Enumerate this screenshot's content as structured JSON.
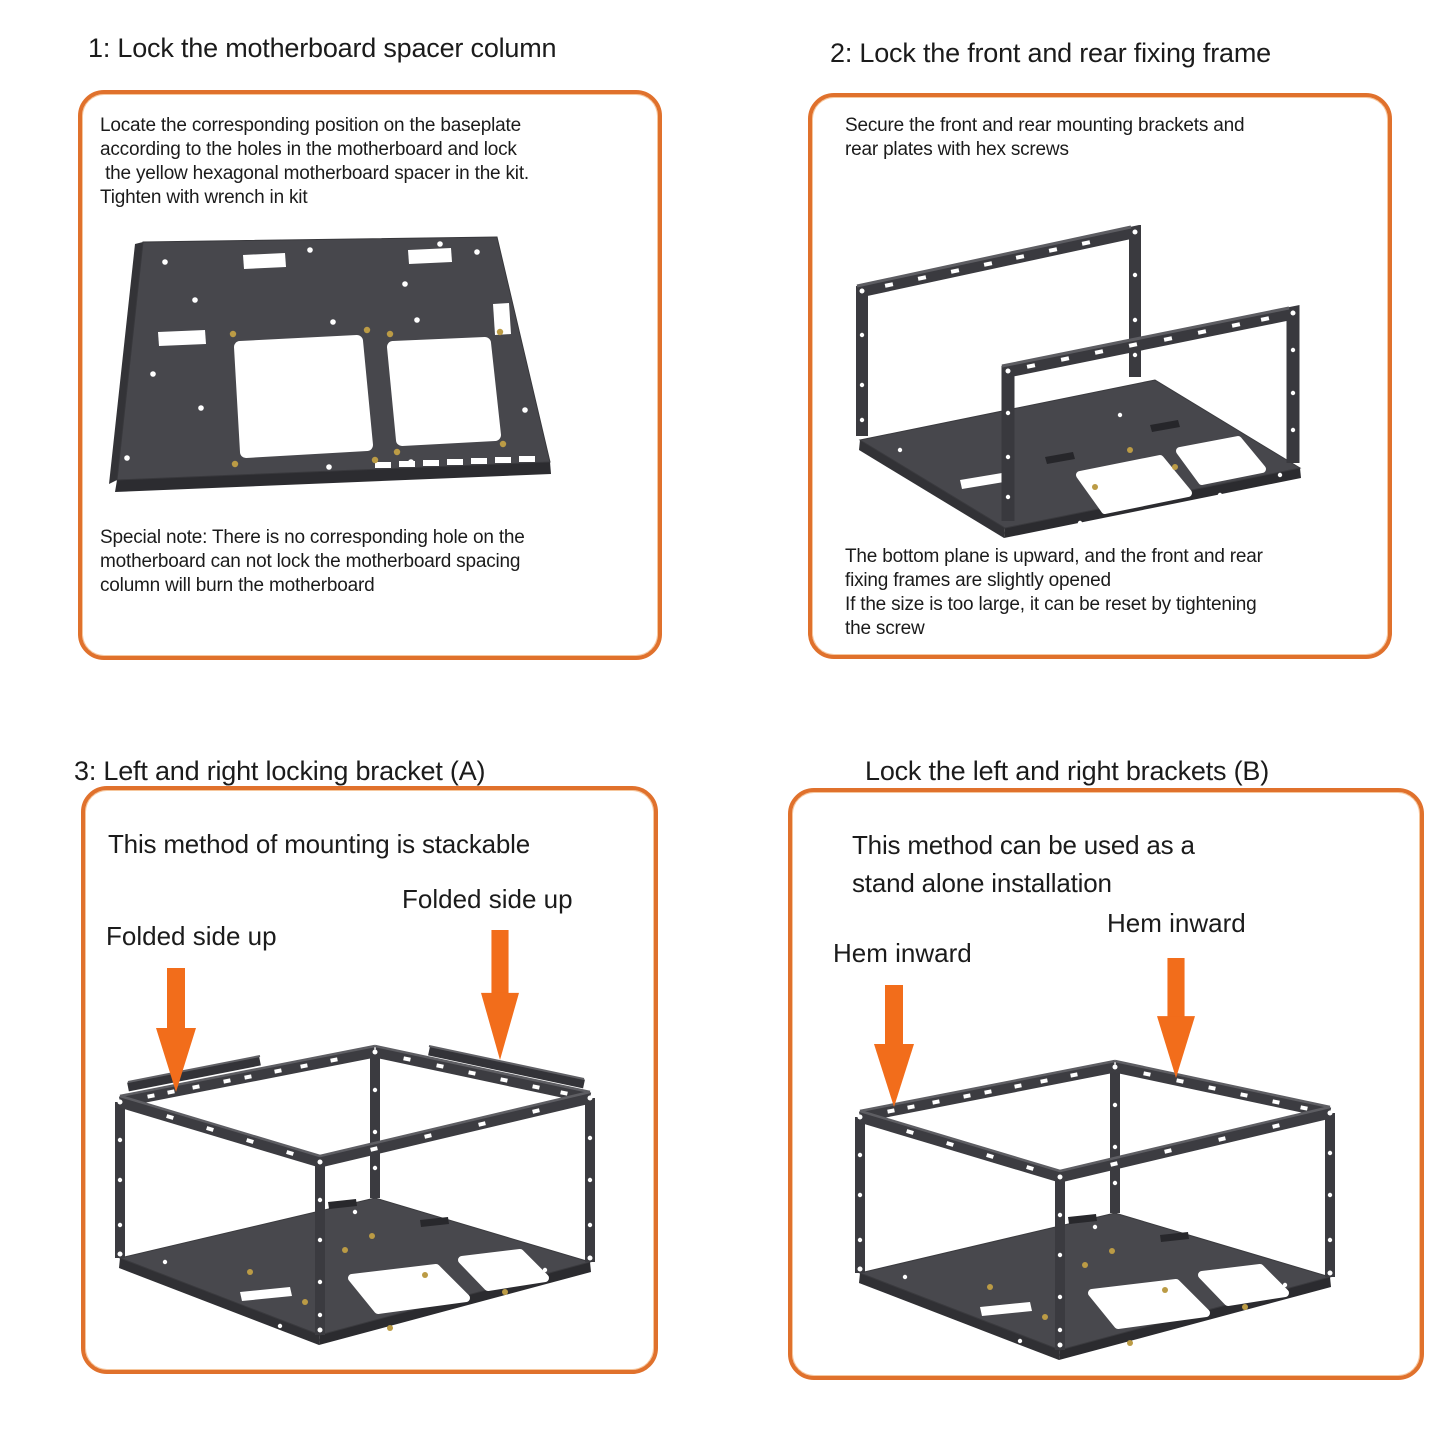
{
  "colors": {
    "accent_border_orange": "#e0712c",
    "arrow_orange": "#f26d1b",
    "frame_metal_dark": "#3c3c41",
    "baseplate_gray": "#47474c",
    "screw_gold": "#bb9b45",
    "text": "#1b1b1b"
  },
  "panels": [
    {
      "id": "step-1",
      "title": "1: Lock the motherboard spacer column",
      "instruction": "Locate the corresponding position on the baseplate\naccording to the holes in the motherboard and lock\n the yellow hexagonal motherboard spacer in the kit.\nTighten with wrench in kit",
      "note": "Special note: There is no corresponding hole on the\nmotherboard can not lock the motherboard spacing\ncolumn will burn the motherboard",
      "illustration": "motherboard-baseplate"
    },
    {
      "id": "step-2",
      "title": "2: Lock the front and rear fixing frame",
      "instruction": "Secure the front and rear mounting brackets and\nrear plates with hex screws",
      "note": "The bottom plane is upward, and the front and rear\nfixing frames are slightly opened\nIf the size is too large, it can be reset by tightening\nthe screw",
      "illustration": "front-and-rear-fixing-frames"
    },
    {
      "id": "step-3a",
      "title": "3: Left and right locking bracket (A)",
      "subtitle": "This method of mounting is stackable",
      "labels": {
        "left": "Folded side up",
        "right": "Folded side up"
      },
      "illustration": "assembled-frame-folded-side-up"
    },
    {
      "id": "step-3b",
      "title": "Lock the left and right brackets (B)",
      "subtitle": "This method can be used as a\nstand alone installation",
      "labels": {
        "left": "Hem inward",
        "right": "Hem inward"
      },
      "illustration": "assembled-frame-hem-inward"
    }
  ]
}
